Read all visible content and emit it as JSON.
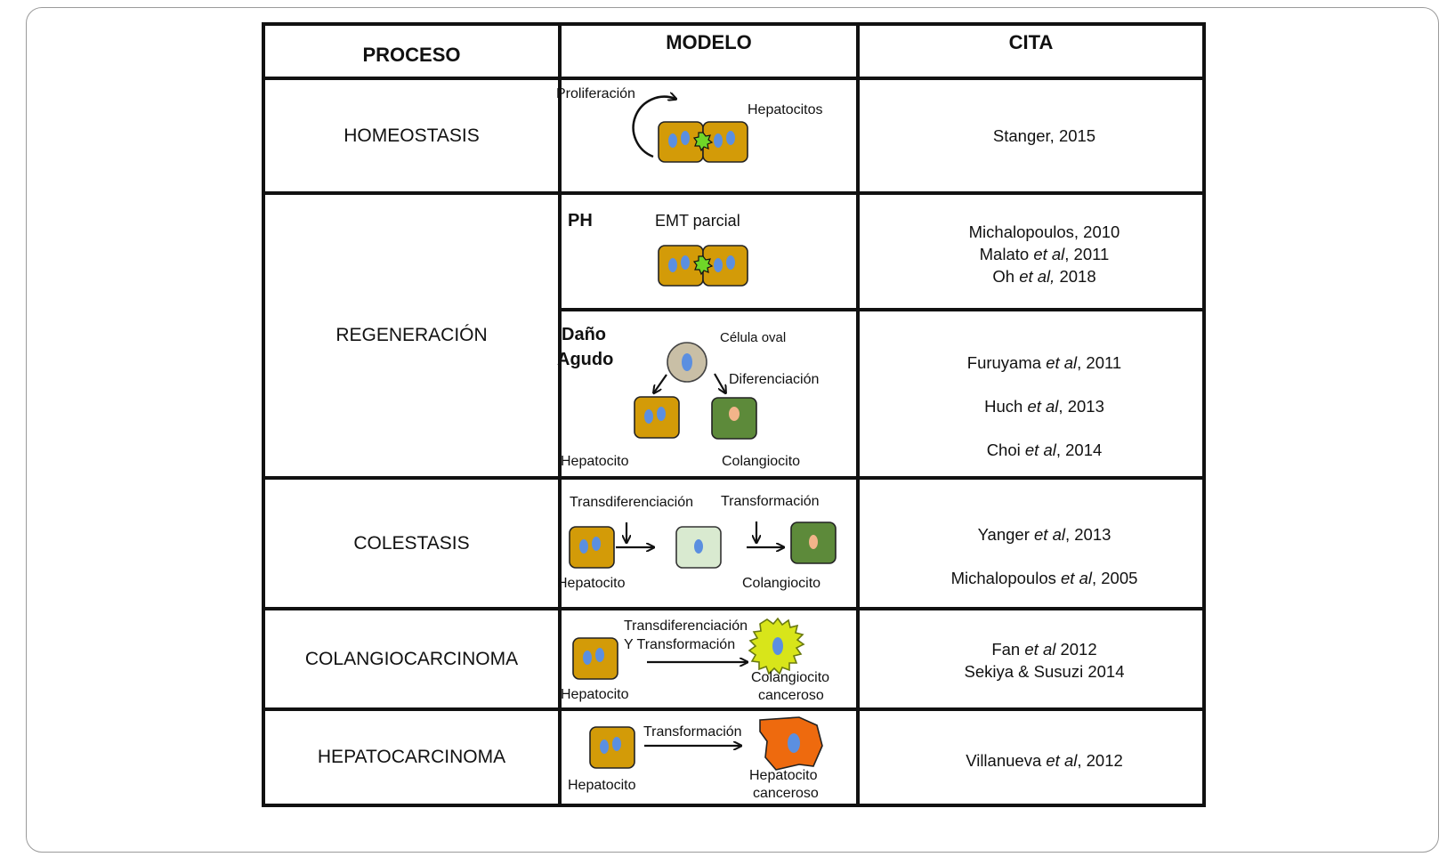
{
  "headers": {
    "proceso": "PROCESO",
    "modelo": "MODELO",
    "cita": "CITA"
  },
  "rows": [
    {
      "proceso": "HOMEOSTASIS",
      "labels": {
        "proliferacion": "Proliferación",
        "hepatocitos": "Hepatocitos"
      },
      "cita": [
        "Stanger, 2015"
      ]
    },
    {
      "proceso": "REGENERACIÓN",
      "ph": {
        "title": "PH",
        "emt": "EMT parcial"
      },
      "dano": {
        "title_line1": "Daño",
        "title_line2": "Agudo",
        "celula_oval": "Célula oval",
        "diferenciacion": "Diferenciación",
        "hepatocito": "Hepatocito",
        "colangiocito": "Colangiocito"
      },
      "cita_ph": [
        {
          "author": "Michalopoulos",
          "etal": "",
          "year": ", 2010"
        },
        {
          "author": "Malato ",
          "etal": "et al",
          "year": ", 2011"
        },
        {
          "author": "Oh ",
          "etal": "et al,",
          "year": " 2018"
        }
      ],
      "cita_dano": [
        {
          "author": "Furuyama ",
          "etal": "et al",
          "year": ", 2011"
        },
        {
          "author": "Huch ",
          "etal": "et al",
          "year": ", 2013"
        },
        {
          "author": "Choi ",
          "etal": "et al",
          "year": ", 2014"
        }
      ]
    },
    {
      "proceso": "COLESTASIS",
      "labels": {
        "transdif": "Transdiferenciación",
        "transf": "Transformación",
        "hepatocito": "Hepatocito",
        "colangiocito": "Colangiocito"
      },
      "cita": [
        {
          "author": "Yanger ",
          "etal": "et al",
          "year": ", 2013"
        },
        {
          "author": "Michalopoulos ",
          "etal": "et al",
          "year": ", 2005"
        }
      ]
    },
    {
      "proceso": "COLANGIOCARCINOMA",
      "labels": {
        "transdif": "Transdiferenciación",
        "ytransf": "Y Transformación",
        "hepatocito": "Hepatocito",
        "colang1": "Colangiocito",
        "colang2": "canceroso"
      },
      "cita": [
        {
          "author": "Fan ",
          "etal": "et al",
          "year": " 2012"
        },
        {
          "author": "Sekiya & Susuzi 2014",
          "etal": "",
          "year": ""
        }
      ]
    },
    {
      "proceso": "HEPATOCARCINOMA",
      "labels": {
        "transf": "Transformación",
        "hepatocito": "Hepatocito",
        "hep1": "Hepatocito",
        "hep2": "canceroso"
      },
      "cita": [
        {
          "author": "Villanueva ",
          "etal": "et al",
          "year": ", 2012"
        }
      ]
    }
  ],
  "colors": {
    "hepatocyte": "#d39b08",
    "nucleus": "#5b8fe0",
    "colangiocyte": "#5d8a3a",
    "oval": "#c9bfa6",
    "transitional": "#d9ead0",
    "junction": "#6fd628",
    "cancer_colangio": "#d8e51a",
    "cancer_hep": "#ee6a0e"
  }
}
